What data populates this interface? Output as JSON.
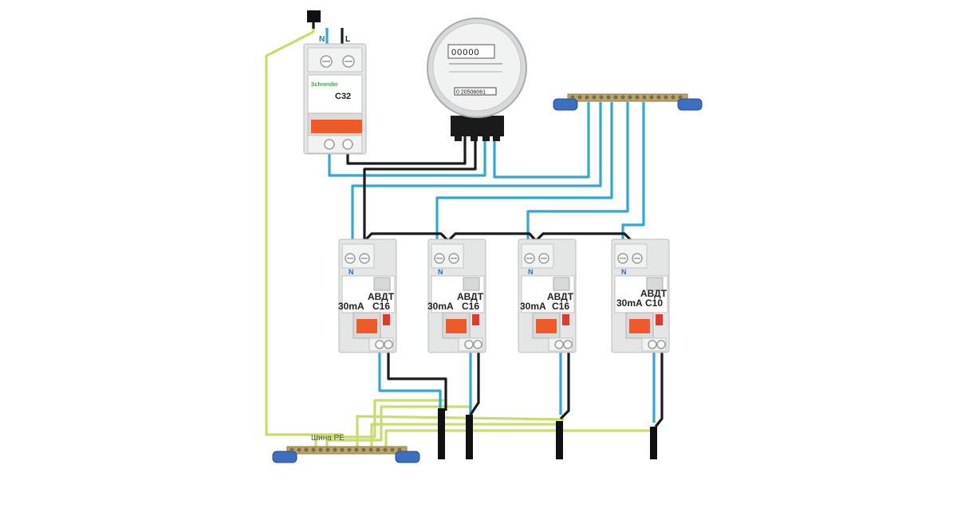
{
  "main_breaker": {
    "brand": "Schneider",
    "rating": "C32",
    "terminal_n": "N",
    "terminal_l": "L"
  },
  "meter": {
    "reading": "00000",
    "serial": "0 20506061"
  },
  "pe_bus": {
    "label": "Шина PE"
  },
  "avdt_devices": [
    {
      "name": "АВДТ",
      "sensitivity": "30mA",
      "rating": "C16",
      "terminal_n": "N"
    },
    {
      "name": "АВДТ",
      "sensitivity": "30mA",
      "rating": "C16",
      "terminal_n": "N"
    },
    {
      "name": "АВДТ",
      "sensitivity": "30mA",
      "rating": "C16",
      "terminal_n": "N"
    },
    {
      "name": "АВДТ",
      "sensitivity": "30mA",
      "rating": "C10",
      "terminal_n": "N"
    }
  ],
  "colors": {
    "neutral_wire": "#33a7d4",
    "phase_wire": "#1b1b1b",
    "pe_wire": "#c8dc6e",
    "handle": "#f05a28",
    "bus_insulator": "#3c6fc0"
  }
}
